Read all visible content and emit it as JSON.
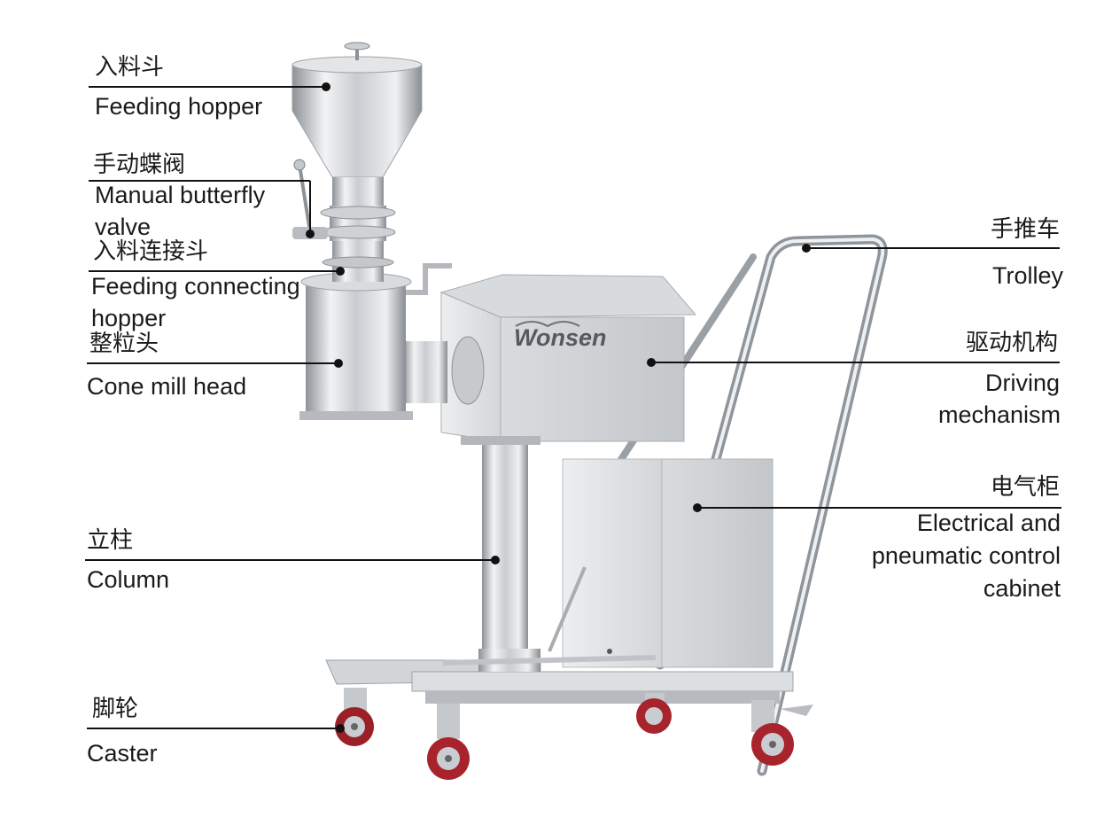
{
  "brand": "Wonsen",
  "labels": {
    "feeding_hopper": {
      "zh": "入料斗",
      "en": "Feeding hopper"
    },
    "butterfly_valve": {
      "zh": "手动蝶阀",
      "en_line1": "Manual butterfly",
      "en_line2": "valve"
    },
    "connecting_hopper": {
      "zh": "入料连接斗",
      "en_line1": "Feeding connecting",
      "en_line2": "hopper"
    },
    "mill_head": {
      "zh": "整粒头",
      "en": "Cone mill head"
    },
    "column": {
      "zh": "立柱",
      "en": "Column"
    },
    "caster": {
      "zh": "脚轮",
      "en": "Caster"
    },
    "trolley": {
      "zh": "手推车",
      "en": "Trolley"
    },
    "driving": {
      "zh": "驱动机构",
      "en_line1": "Driving",
      "en_line2": "mechanism"
    },
    "cabinet": {
      "zh": "电气柜",
      "en_line1": "Electrical and",
      "en_line2": "pneumatic control",
      "en_line3": "cabinet"
    }
  },
  "colors": {
    "steel_light": "#e6e8ea",
    "steel_mid": "#b9bdc1",
    "steel_dark": "#7d8287",
    "wheel_red": "#b3262e",
    "leader": "#111111"
  }
}
